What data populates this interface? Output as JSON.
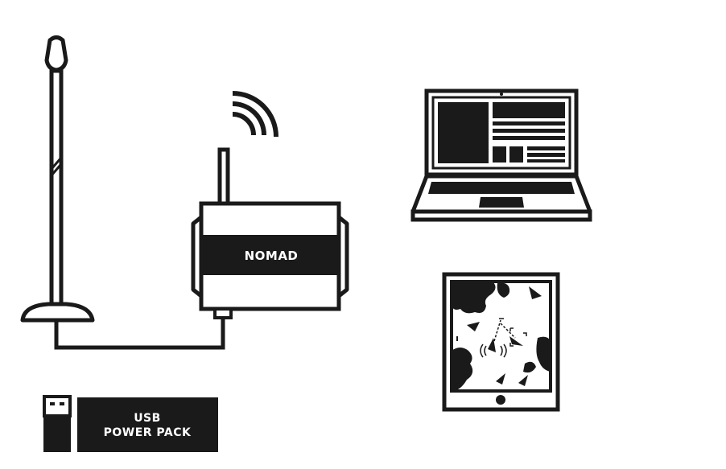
{
  "colors": {
    "ink": "#1a1a1a",
    "paper": "#ffffff"
  },
  "devices": {
    "microphone": {
      "icon": "microphone-stand-icon"
    },
    "nomad": {
      "label": "NOMAD",
      "icon": "nomad-device-icon"
    },
    "wireless": {
      "icon": "wireless-signal-icon"
    },
    "laptop": {
      "icon": "laptop-icon"
    },
    "tablet": {
      "icon": "tablet-icon"
    },
    "usb_connector": {
      "icon": "usb-connector-icon"
    },
    "power_pack": {
      "line1": "USB",
      "line2": "POWER PACK"
    }
  }
}
